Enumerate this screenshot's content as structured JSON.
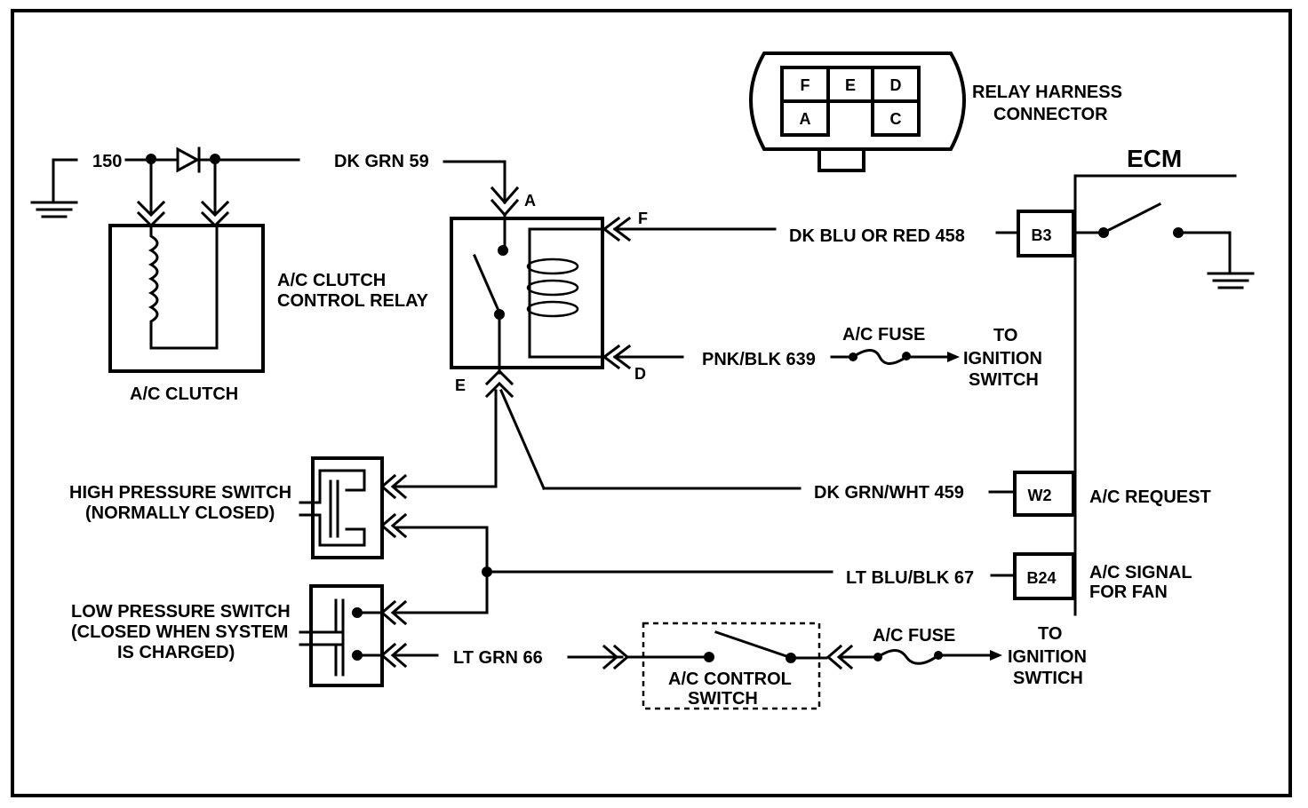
{
  "relay_harness": {
    "title_line1": "RELAY HARNESS",
    "title_line2": "CONNECTOR",
    "pins": [
      "F",
      "E",
      "D",
      "A",
      "C"
    ]
  },
  "ecm": {
    "label": "ECM",
    "pins": {
      "b3": "B3",
      "w2": "W2",
      "b24": "B24"
    },
    "ac_request": "A/C REQUEST",
    "ac_signal_line1": "A/C SIGNAL",
    "ac_signal_line2": "FOR FAN"
  },
  "wires": {
    "w150": "150",
    "dk_grn_59": "DK GRN 59",
    "dk_blu_red_458": "DK BLU OR RED 458",
    "pnk_blk_639": "PNK/BLK 639",
    "dk_grn_wht_459": "DK GRN/WHT 459",
    "lt_blu_blk_67": "LT BLU/BLK 67",
    "lt_grn_66": "LT GRN 66"
  },
  "relay": {
    "line1": "A/C CLUTCH",
    "line2": "CONTROL RELAY",
    "pin_a": "A",
    "pin_f": "F",
    "pin_d": "D",
    "pin_e": "E"
  },
  "clutch": {
    "label": "A/C CLUTCH"
  },
  "fuse_top": {
    "label": "A/C FUSE",
    "to_line1": "TO",
    "to_line2": "IGNITION",
    "to_line3": "SWITCH"
  },
  "fuse_bottom": {
    "label": "A/C FUSE",
    "to_line1": "TO",
    "to_line2": "IGNITION",
    "to_line3": "SWTICH"
  },
  "high_pressure": {
    "line1": "HIGH PRESSURE SWITCH",
    "line2": "(NORMALLY CLOSED)"
  },
  "low_pressure": {
    "line1": "LOW PRESSURE SWITCH",
    "line2": "(CLOSED WHEN SYSTEM",
    "line3": "IS CHARGED)"
  },
  "control_switch": {
    "line1": "A/C CONTROL",
    "line2": "SWITCH"
  }
}
